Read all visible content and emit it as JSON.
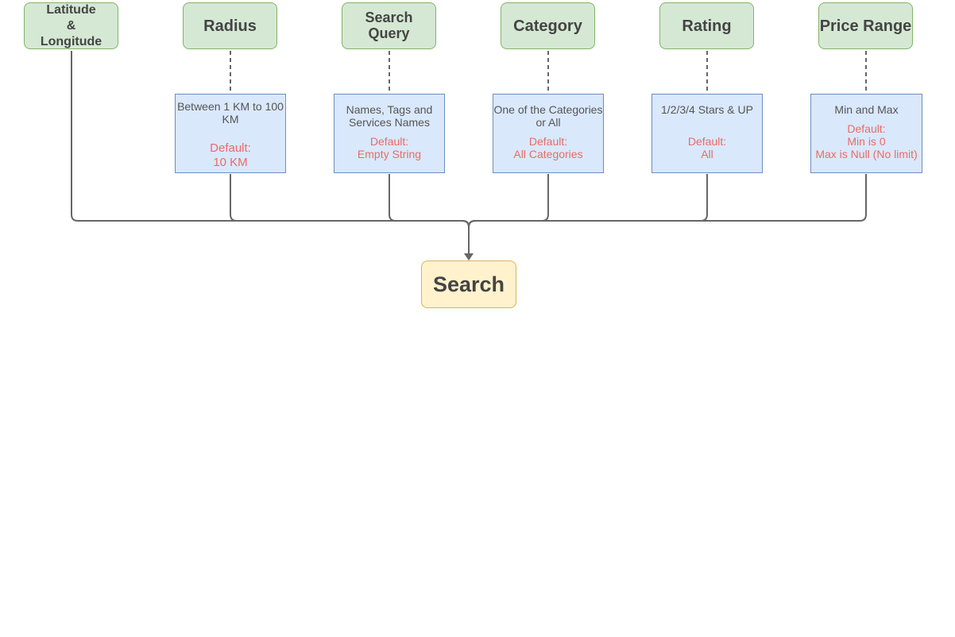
{
  "params": [
    {
      "id": "latlng",
      "label": "Latitude\n&\nLongitude"
    },
    {
      "id": "radius",
      "label": "Radius",
      "description": "Between 1 KM to 100 KM",
      "default": "Default:\n10 KM"
    },
    {
      "id": "query",
      "label": "Search Query",
      "description": "Names, Tags and Services Names",
      "default": "Default:\nEmpty String"
    },
    {
      "id": "category",
      "label": "Category",
      "description": "One of the Categories or All",
      "default": "Default:\nAll Categories"
    },
    {
      "id": "rating",
      "label": "Rating",
      "description": "1/2/3/4 Stars & UP",
      "default": "Default:\nAll"
    },
    {
      "id": "price",
      "label": "Price Range",
      "description": "Min and Max",
      "default": "Default:\nMin is 0\nMax is Null (No limit)"
    }
  ],
  "target": {
    "label": "Search"
  },
  "colors": {
    "param_fill": "#d5e8d4",
    "param_border": "#82b366",
    "desc_fill": "#dae8fc",
    "desc_border": "#6c8ebf",
    "default_text": "#ea6b66",
    "target_fill": "#fff2cc",
    "target_border": "#d6b656",
    "connector": "#666666"
  }
}
